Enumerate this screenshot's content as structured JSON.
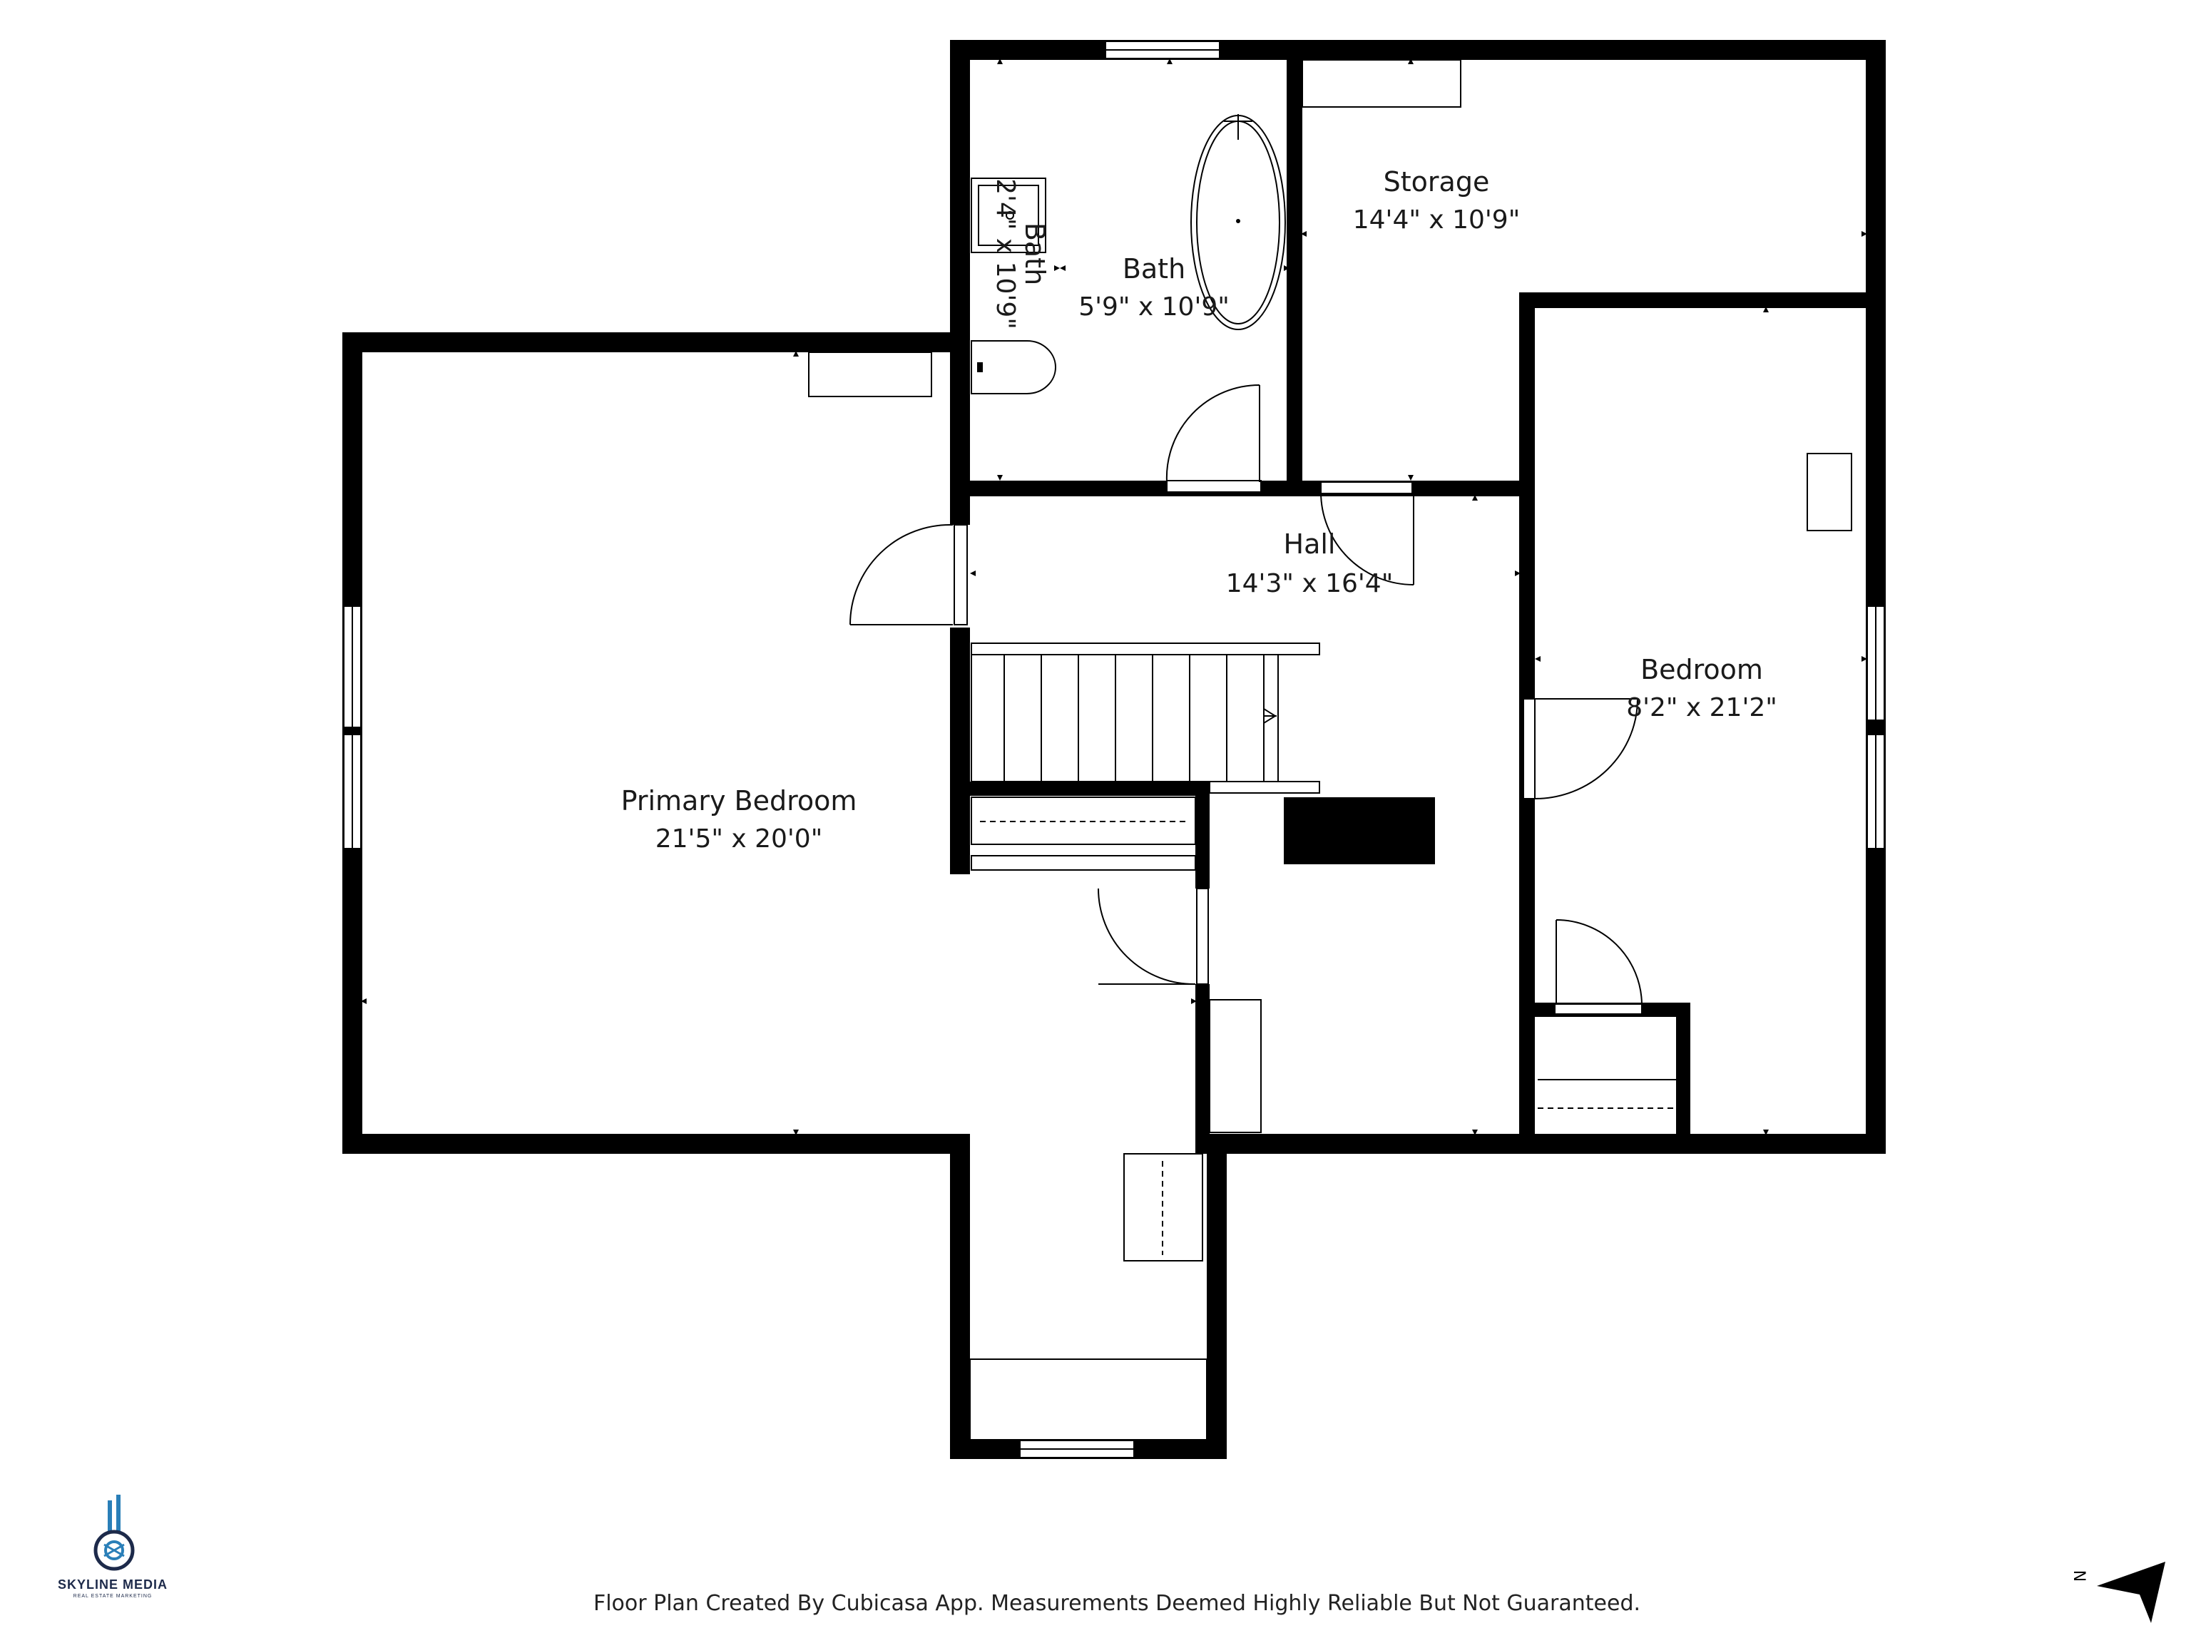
{
  "rooms": {
    "primary_bedroom": {
      "name": "Primary Bedroom",
      "dims": "21'5\" x 20'0\""
    },
    "bath_main": {
      "name": "Bath",
      "dims": "5'9\" x 10'9\""
    },
    "bath_small": {
      "name": "Bath",
      "dims": "2'4\" x 10'9\""
    },
    "storage": {
      "name": "Storage",
      "dims": "14'4\" x 10'9\""
    },
    "hall": {
      "name": "Hall",
      "dims": "14'3\" x 16'4\""
    },
    "bedroom": {
      "name": "Bedroom",
      "dims": "8'2\" x 21'2\""
    }
  },
  "footer": {
    "note": "Floor Plan Created By Cubicasa App. Measurements Deemed Highly Reliable But Not Guaranteed."
  },
  "logo": {
    "name": "SKYLINE MEDIA",
    "tagline": "REAL ESTATE MARKETING"
  },
  "compass": {
    "letter": "N"
  },
  "colors": {
    "walls": "#000000",
    "background": "#ffffff",
    "logo": "#1d2a4a"
  }
}
